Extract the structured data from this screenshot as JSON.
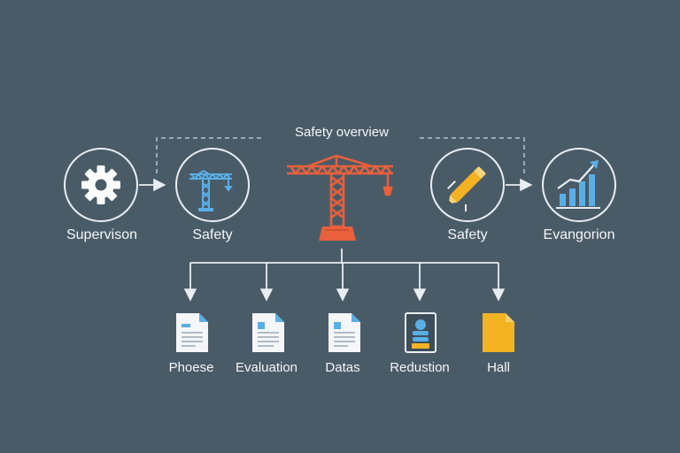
{
  "title": "Safety overview",
  "top_nodes": [
    {
      "label": "Supervison",
      "icon": "gear-icon"
    },
    {
      "label": "Safety",
      "icon": "crane-icon"
    },
    {
      "label": "Safety",
      "icon": "pencil-icon"
    },
    {
      "label": "Evangorion",
      "icon": "bar-chart-icon"
    }
  ],
  "center_icon": "tower-crane-icon",
  "documents": [
    {
      "label": "Phoese",
      "icon": "document-icon"
    },
    {
      "label": "Evaluation",
      "icon": "document-icon"
    },
    {
      "label": "Datas",
      "icon": "document-icon"
    },
    {
      "label": "Redustion",
      "icon": "id-card-icon"
    },
    {
      "label": "Hall",
      "icon": "folder-icon"
    }
  ],
  "colors": {
    "background": "#4a5b68",
    "crane_orange": "#e8603c",
    "accent_blue": "#5aaee6",
    "accent_yellow": "#f4b323",
    "line": "#e9eef2"
  }
}
